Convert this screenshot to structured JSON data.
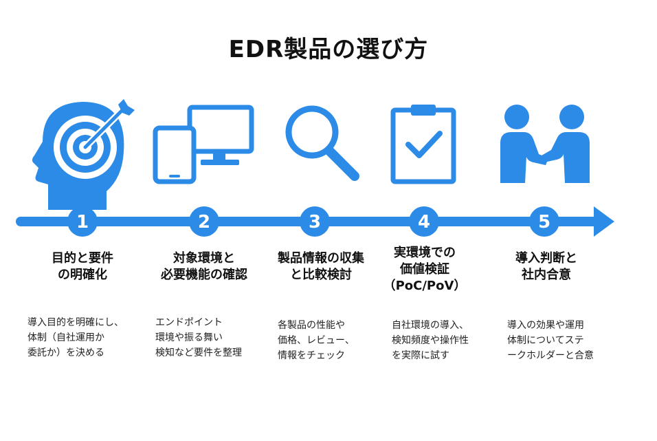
{
  "title": "EDR製品の選び方",
  "colors": {
    "accent": "#2b8be6",
    "text": "#111111",
    "background": "#ffffff"
  },
  "steps": [
    {
      "number": "1",
      "icon": "target-head-icon",
      "title_lines": [
        "目的と要件",
        "の明確化"
      ],
      "desc_lines": [
        "導入目的を明確にし、",
        "体制（自社運用か",
        "委託か）を決める"
      ]
    },
    {
      "number": "2",
      "icon": "devices-icon",
      "title_lines": [
        "対象環境と",
        "必要機能の確認"
      ],
      "desc_lines": [
        "エンドポイント",
        "環境や振る舞い",
        "検知など要件を整理"
      ]
    },
    {
      "number": "3",
      "icon": "magnifier-icon",
      "title_lines": [
        "製品情報の収集",
        "と比較検討"
      ],
      "desc_lines": [
        "各製品の性能や",
        "価格、レビュー、",
        "情報をチェック"
      ]
    },
    {
      "number": "4",
      "icon": "clipboard-check-icon",
      "title_lines": [
        "実環境での",
        "価値検証",
        "（PoC/PoV）"
      ],
      "desc_lines": [
        "自社環境の導入、",
        "検知頻度や操作性",
        "を実際に試す"
      ]
    },
    {
      "number": "5",
      "icon": "handshake-icon",
      "title_lines": [
        "導入判断と",
        "社内合意"
      ],
      "desc_lines": [
        "導入の効果や運用",
        "体制についてステ",
        "ークホルダーと合意"
      ]
    }
  ]
}
